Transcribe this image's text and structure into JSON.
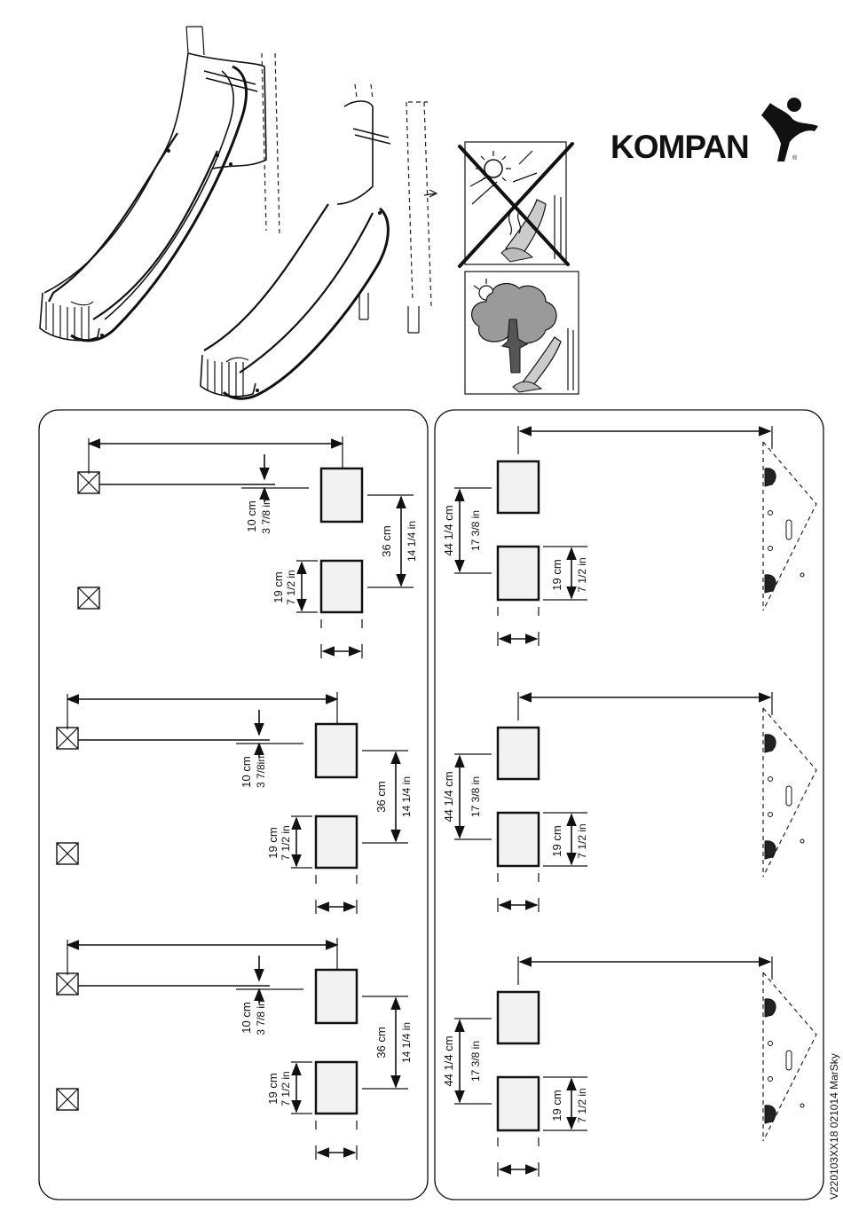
{
  "brand": {
    "name": "KOMPAN",
    "registered": "®"
  },
  "footer": {
    "code": "V220103XX18  021014  MarSky"
  },
  "colors": {
    "ink": "#111111",
    "box_fill": "#f2f2f2",
    "tree": "#555555"
  },
  "left_panel": {
    "rows": [
      {
        "gap_cm": "10 cm",
        "gap_in": "3 7/8 in",
        "spacing_cm": "36 cm",
        "spacing_in": "14 1/4 in",
        "footing_cm": "19 cm",
        "footing_in": "7 1/2 in"
      },
      {
        "gap_cm": "10 cm",
        "gap_in": "3 7/8in",
        "spacing_cm": "36 cm",
        "spacing_in": "14 1/4 in",
        "footing_cm": "19 cm",
        "footing_in": "7 1/2 in"
      },
      {
        "gap_cm": "10 cm",
        "gap_in": "3 7/8 in",
        "spacing_cm": "36 cm",
        "spacing_in": "14 1/4 in",
        "footing_cm": "19 cm",
        "footing_in": "7 1/2 in"
      }
    ]
  },
  "right_panel": {
    "rows": [
      {
        "spacing_cm": "44 1/4 cm",
        "spacing_in": "17 3/8 in",
        "footing_cm": "19 cm",
        "footing_in": "7 1/2 in"
      },
      {
        "spacing_cm": "44 1/4 cm",
        "spacing_in": "17 3/8 in",
        "footing_cm": "19 cm",
        "footing_in": "7 1/2 in"
      },
      {
        "spacing_cm": "44 1/4 cm",
        "spacing_in": "17 3/8 in",
        "footing_cm": "19 cm",
        "footing_in": "7 1/2 in"
      }
    ]
  },
  "icons": {
    "slide_large": "slide-illustration",
    "slide_small": "slide-illustration",
    "sun_wrong": "sunny-slide-prohibited-icon",
    "shade_ok": "shaded-slide-recommended-icon",
    "stake": "post-marker-icon"
  }
}
